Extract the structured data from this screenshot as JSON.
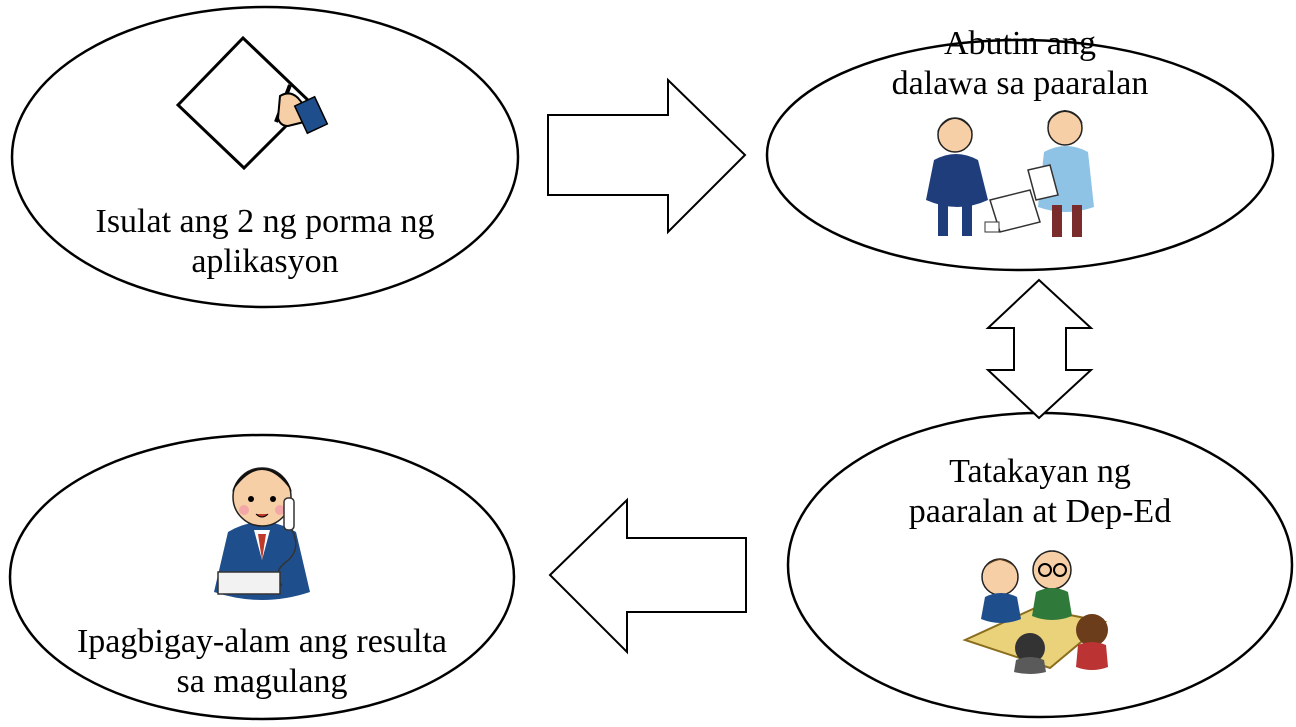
{
  "steps": [
    {
      "id": "write",
      "line1": "Isulat ang 2 ng porma ng",
      "line2": "aplikasyon",
      "icon": "writing-hand-icon"
    },
    {
      "id": "submit",
      "line1": "Abutin ang",
      "line2": "dalawa sa paaralan",
      "icon": "handing-documents-icon"
    },
    {
      "id": "stamp",
      "line1": "Tatakayan ng",
      "line2": "paaralan at Dep-Ed",
      "icon": "meeting-table-icon"
    },
    {
      "id": "notify",
      "line1": "Ipagbigay-alam ang resulta",
      "line2": "sa magulang",
      "icon": "phone-call-icon"
    }
  ],
  "connectors": [
    {
      "from": "write",
      "to": "submit",
      "direction": "right"
    },
    {
      "from": "submit",
      "to": "stamp",
      "direction": "both-vertical"
    },
    {
      "from": "stamp",
      "to": "notify",
      "direction": "left"
    }
  ],
  "colors": {
    "stroke": "#000000",
    "fill": "#ffffff",
    "suit": "#1f4e8c",
    "skin": "#f6cfa6",
    "hair": "#222222",
    "table": "#e9d27a"
  }
}
